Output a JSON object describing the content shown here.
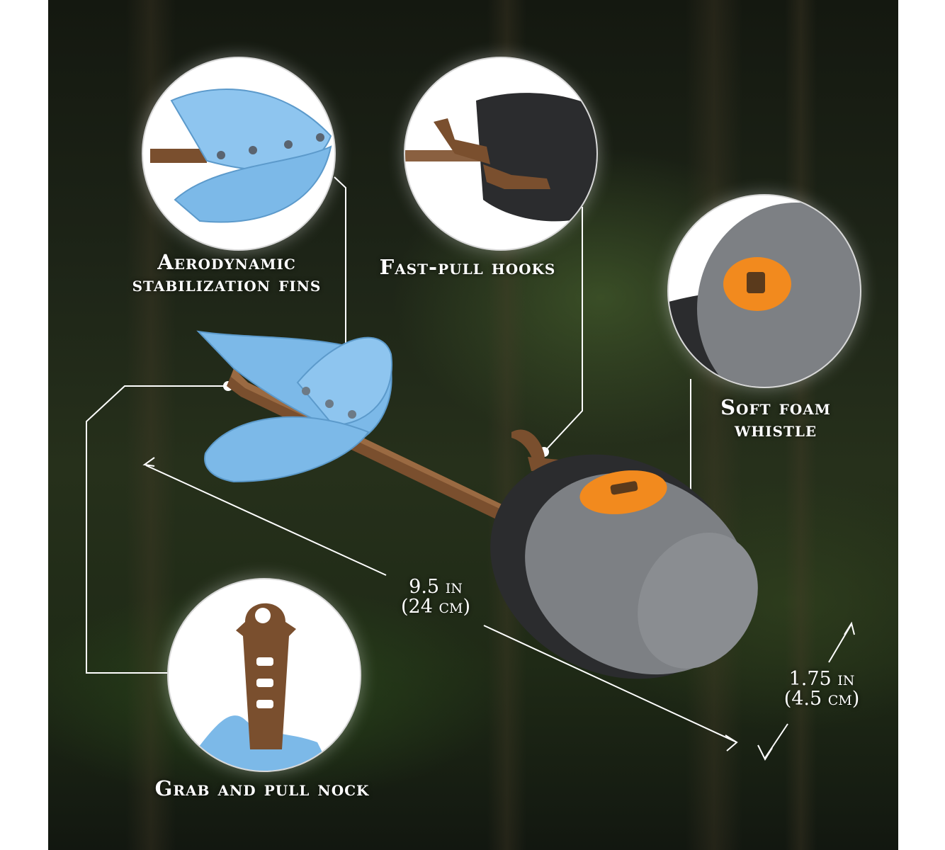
{
  "callouts": {
    "fins": "Aerodynamic stabilization fins",
    "hooks": "Fast-pull hooks",
    "whistle": "Soft foam whistle",
    "nock": "Grab and pull nock"
  },
  "dimensions": {
    "length_in": "9.5 in",
    "length_cm": "(24 cm)",
    "diameter_in": "1.75 in",
    "diameter_cm": "(4.5 cm)"
  },
  "colors": {
    "fin_blue": "#7cb9e8",
    "shaft_brown": "#7a4f2e",
    "foam_gray": "#7d8084",
    "foam_dark": "#2b2c2e",
    "whistle_orange": "#f28a1e"
  }
}
